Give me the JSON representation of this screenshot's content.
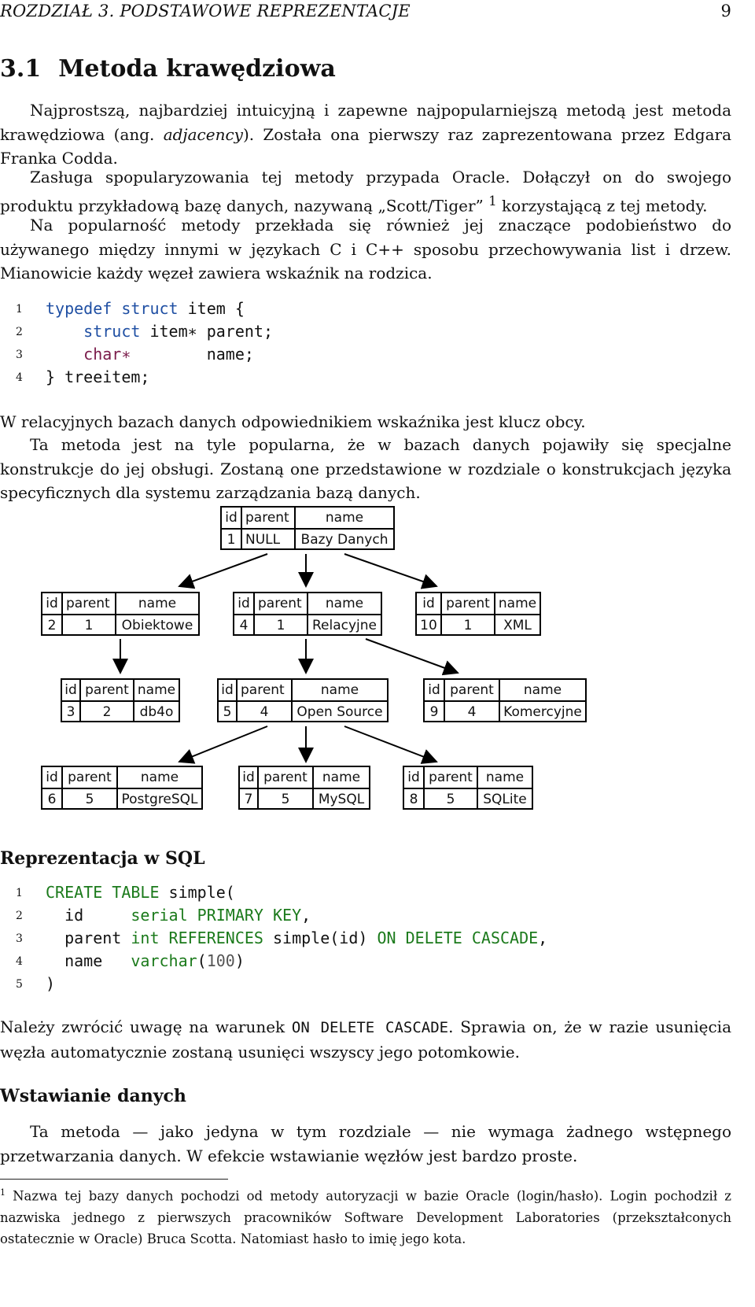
{
  "header": {
    "chapter": "ROZDZIAŁ 3.  PODSTAWOWE REPREZENTACJE",
    "page": "9"
  },
  "section": {
    "number": "3.1",
    "title": "Metoda krawędziowa"
  },
  "para1_a": "Najprostszą, najbardziej intuicyjną i zapewne najpopularniejszą metodą jest metoda krawędziowa (ang. ",
  "para1_em": "adjacency",
  "para1_b": "). Została ona pierwszy raz zaprezentowana przez Edgara Franka Codda.",
  "para2_a": "Zasługa spopularyzowania tej metody przypada Oracle. Dołączył on do swojego produktu przykładową bazę danych, nazywaną „Scott/Tiger” ",
  "para2_sup": "1",
  "para2_b": " korzystającą z tej metody.",
  "para3": "Na popularność metody przekłada się również jej znaczące podobieństwo do używanego między innymi w językach C i C++ sposobu przechowywania list i drzew. Mianowicie każdy węzeł zawiera wskaźnik na rodzica.",
  "code1": {
    "line_numbers": [
      "1",
      "2",
      "3",
      "4"
    ],
    "l1_kw": "typedef struct",
    "l1_rest": " item {",
    "l2_kw": "struct",
    "l2_rest": " item∗ parent;",
    "l3_ty": "char∗",
    "l3_rest": "        name;",
    "l4": "} treeitem;"
  },
  "para4": "W relacyjnych bazach danych odpowiednikiem wskaźnika jest klucz obcy.",
  "para5": "Ta metoda jest na tyle popularna, że w bazach danych pojawiły się specjalne konstrukcje do jej obsługi. Zostaną one przedstawione w rozdziale  o konstrukcjach języka specyficznych dla systemu zarządzania bazą danych.",
  "diagram": {
    "headers": {
      "id": "id",
      "parent": "parent",
      "name": "name"
    },
    "nodes": [
      {
        "id": "1",
        "parent": "NULL",
        "name": "Bazy Danych"
      },
      {
        "id": "2",
        "parent": "1",
        "name": "Obiektowe"
      },
      {
        "id": "4",
        "parent": "1",
        "name": "Relacyjne"
      },
      {
        "id": "10",
        "parent": "1",
        "name": "XML"
      },
      {
        "id": "3",
        "parent": "2",
        "name": "db4o"
      },
      {
        "id": "5",
        "parent": "4",
        "name": "Open Source"
      },
      {
        "id": "9",
        "parent": "4",
        "name": "Komercyjne"
      },
      {
        "id": "6",
        "parent": "5",
        "name": "PostgreSQL"
      },
      {
        "id": "7",
        "parent": "5",
        "name": "MySQL"
      },
      {
        "id": "8",
        "parent": "5",
        "name": "SQLite"
      }
    ]
  },
  "sub1": "Reprezentacja w SQL",
  "code2": {
    "line_numbers": [
      "1",
      "2",
      "3",
      "4",
      "5"
    ],
    "l1_kw": "CREATE TABLE",
    "l1_rest": " simple(",
    "l2_a": "  id     ",
    "l2_kw": "serial",
    "l2_sp": " ",
    "l2_kw2": "PRIMARY KEY",
    "l2_end": ",",
    "l3_a": "  parent ",
    "l3_kw": "int",
    "l3_sp": " ",
    "l3_kw2": "REFERENCES",
    "l3_mid": " simple(id) ",
    "l3_kw3": "ON DELETE CASCADE",
    "l3_end": ",",
    "l4_a": "  name   ",
    "l4_kw": "varchar",
    "l4_p1": "(",
    "l4_num": "100",
    "l4_p2": ")",
    "l5": ")"
  },
  "para6_a": "Należy zwrócić uwagę na warunek ",
  "para6_code": "ON DELETE CASCADE",
  "para6_b": ". Sprawia on, że w razie usunięcia węzła  automatycznie zostaną usunięci wszyscy jego potomkowie.",
  "sub2": "Wstawianie danych",
  "para7": "Ta metoda — jako jedyna w tym rozdziale — nie wymaga żadnego wstępnego przetwarzania danych. W efekcie wstawianie węzłów jest bardzo proste.",
  "footnote": {
    "mark": "1",
    "text": " Nazwa tej bazy danych pochodzi od metody autoryzacji w bazie Oracle (login/hasło). Login pochodził z nazwiska jednego z pierwszych pracowników Software Development Laboratories (przekształconych ostatecznie w Oracle) Bruca Scotta. Natomiast hasło to imię jego kota."
  }
}
